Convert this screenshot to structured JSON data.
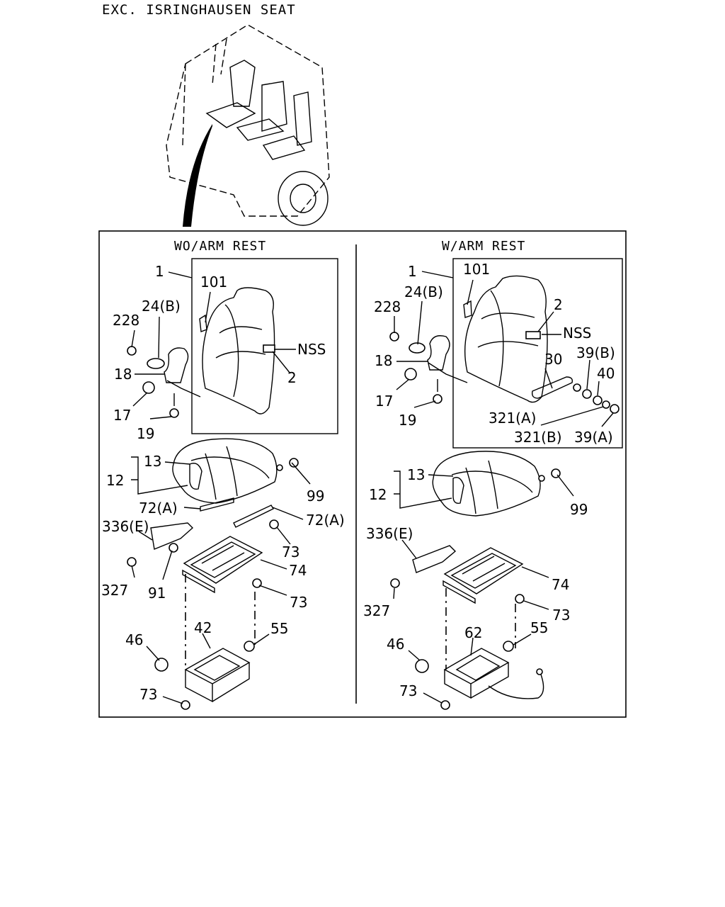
{
  "header": {
    "title": "EXC. ISRINGHAUSEN SEAT"
  },
  "panels": {
    "left_title": "WO/ARM REST",
    "right_title": "W/ARM REST"
  },
  "callouts": {
    "l_1": "1",
    "l_101": "101",
    "l_24b": "24(B)",
    "l_228": "228",
    "l_18": "18",
    "l_17": "17",
    "l_19": "19",
    "l_nss": "NSS",
    "l_2": "2",
    "l_13": "13",
    "l_12": "12",
    "l_99": "99",
    "l_72a_1": "72(A)",
    "l_72a_2": "72(A)",
    "l_336e": "336(E)",
    "l_73_1": "73",
    "l_327": "327",
    "l_91": "91",
    "l_74": "74",
    "l_73_2": "73",
    "l_42": "42",
    "l_46": "46",
    "l_55": "55",
    "l_73_3": "73",
    "r_1": "1",
    "r_101": "101",
    "r_24b": "24(B)",
    "r_228": "228",
    "r_2": "2",
    "r_nss": "NSS",
    "r_18": "18",
    "r_30": "30",
    "r_39b": "39(B)",
    "r_40": "40",
    "r_17": "17",
    "r_19": "19",
    "r_321a": "321(A)",
    "r_321b": "321(B)",
    "r_39a": "39(A)",
    "r_13": "13",
    "r_12": "12",
    "r_99": "99",
    "r_336e": "336(E)",
    "r_74": "74",
    "r_327": "327",
    "r_73_1": "73",
    "r_46": "46",
    "r_62": "62",
    "r_55": "55",
    "r_73_2": "73"
  }
}
